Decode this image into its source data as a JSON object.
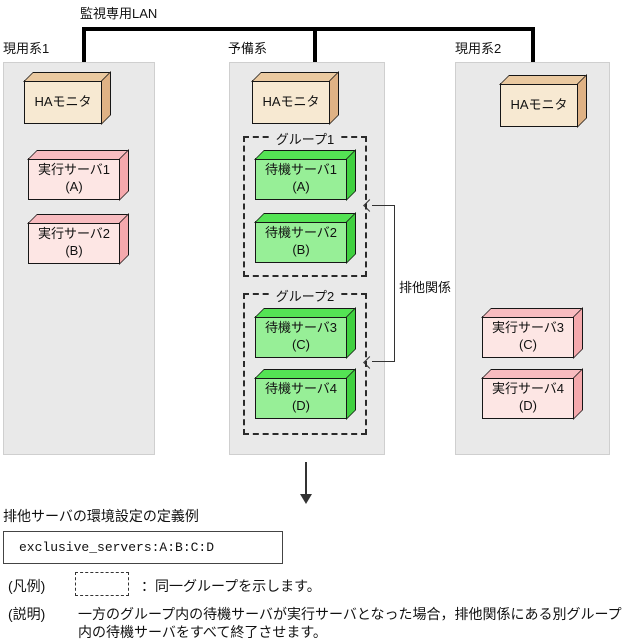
{
  "colors": {
    "panel": "#e9e9e9",
    "ha_face": "#f7e9d2",
    "ha_top": "#eac9a0",
    "ha_side": "#dfb285",
    "exec_face": "#fde6e4",
    "exec_top": "#f8bcc0",
    "exec_side": "#f5a9ad",
    "standby_face": "#97ef97",
    "standby_top": "#54e354",
    "standby_side": "#40d040"
  },
  "diagram": {
    "lan_label": "監視専用LAN",
    "system_labels": [
      "現用系1",
      "予備系",
      "現用系2"
    ],
    "ha_monitor_label": "HAモニタ",
    "active1_servers": [
      {
        "name": "実行サーバ1",
        "id": "(A)"
      },
      {
        "name": "実行サーバ2",
        "id": "(B)"
      }
    ],
    "standby_groups": [
      {
        "label": "グループ1",
        "servers": [
          {
            "name": "待機サーバ1",
            "id": "(A)"
          },
          {
            "name": "待機サーバ2",
            "id": "(B)"
          }
        ]
      },
      {
        "label": "グループ2",
        "servers": [
          {
            "name": "待機サーバ3",
            "id": "(C)"
          },
          {
            "name": "待機サーバ4",
            "id": "(D)"
          }
        ]
      }
    ],
    "active2_servers": [
      {
        "name": "実行サーバ3",
        "id": "(C)"
      },
      {
        "name": "実行サーバ4",
        "id": "(D)"
      }
    ],
    "exclusion_label": "排他関係"
  },
  "definition": {
    "heading": "排他サーバの環境設定の定義例",
    "code": "exclusive_servers:A:B:C:D"
  },
  "legend": {
    "key_label": "(凡例)",
    "key_desc": "：同一グループを示します。",
    "note_label": "(説明)",
    "note_line1": "一方のグループ内の待機サーバが実行サーバとなった場合，排他関係にある別グループ",
    "note_line2": "内の待機サーバをすべて終了させます。"
  }
}
